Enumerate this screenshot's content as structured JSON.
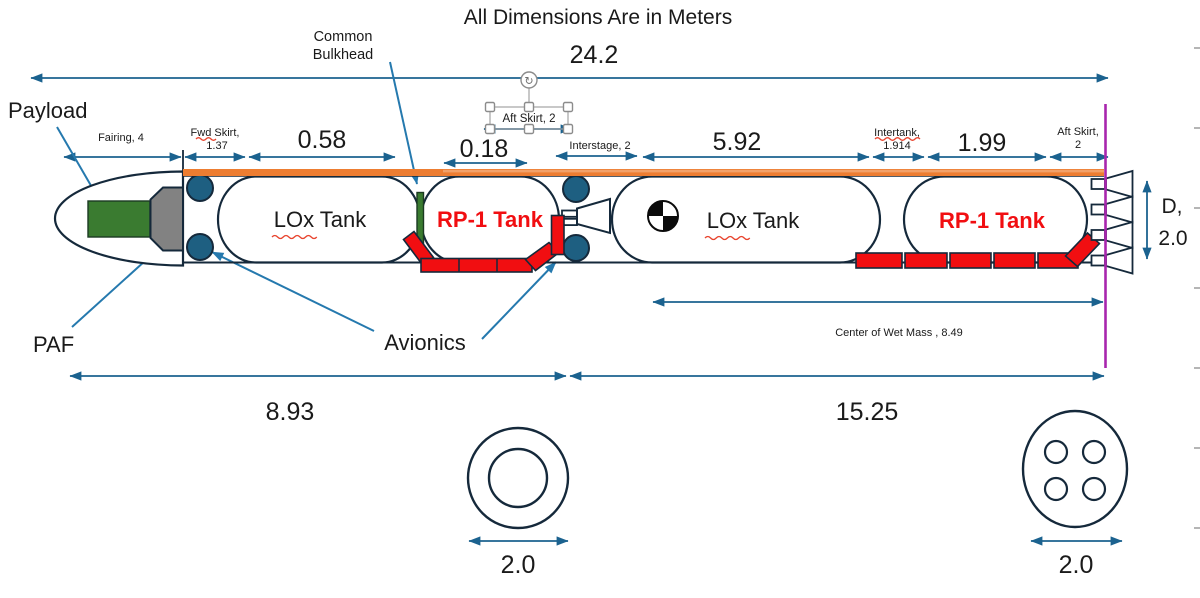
{
  "slide": {
    "title": "All Dimensions Are in Meters"
  },
  "vehicle": {
    "stage2": {
      "lox_tank": "LOx Tank",
      "rp1_tank": "RP-1 Tank"
    },
    "stage1": {
      "lox_tank": "LOx Tank",
      "rp1_tank": "RP-1 Tank"
    }
  },
  "callouts": {
    "payload": "Payload",
    "paf": "PAF",
    "avionics": "Avionics",
    "common_bulkhead": {
      "line1": "Common",
      "line2": "Bulkhead"
    }
  },
  "dimensions": {
    "total_length": "24.2",
    "fairing": "Fairing, 4",
    "fwd_skirt": {
      "line1": "Fwd Skirt,",
      "line2": "1.37"
    },
    "lox2_offset": "0.58",
    "bulkhead_offset": "0.18",
    "interstage": "Interstage, 2",
    "stage1_lox_length": "5.92",
    "intertank": {
      "line1": "Intertank,",
      "line2": "1.914"
    },
    "stage1_rp1_length": "1.99",
    "aft_skirt": {
      "line1": "Aft Skirt,",
      "line2": "2"
    },
    "stage2_length": "8.93",
    "stage1_length": "15.25",
    "diameter": {
      "line1": "D,",
      "line2": "2.0"
    },
    "center_of_wet_mass": "Center of Wet Mass ,  8.49",
    "single_engine_diameter": "2.0",
    "quad_engine_diameter": "2.0"
  },
  "selection": {
    "textbox_label": "Aft Skirt, 2"
  },
  "icons": {
    "rotate_handle": "↻"
  },
  "colors": {
    "text_black": "#1a1a1a",
    "dimension_blue": "#1b628f",
    "leader_blue": "#2579ae",
    "outline_navy": "#15293b",
    "avionics_teal": "#1e5f81",
    "spine_orange": "#ed7d31",
    "spine_orange_light": "#f2a169",
    "feedline_red": "#f10e11",
    "payload_green": "#3a7b30",
    "paf_gray": "#828282",
    "gimbal_purple": "#a826ad",
    "spellcheck_red": "#e8442e"
  }
}
